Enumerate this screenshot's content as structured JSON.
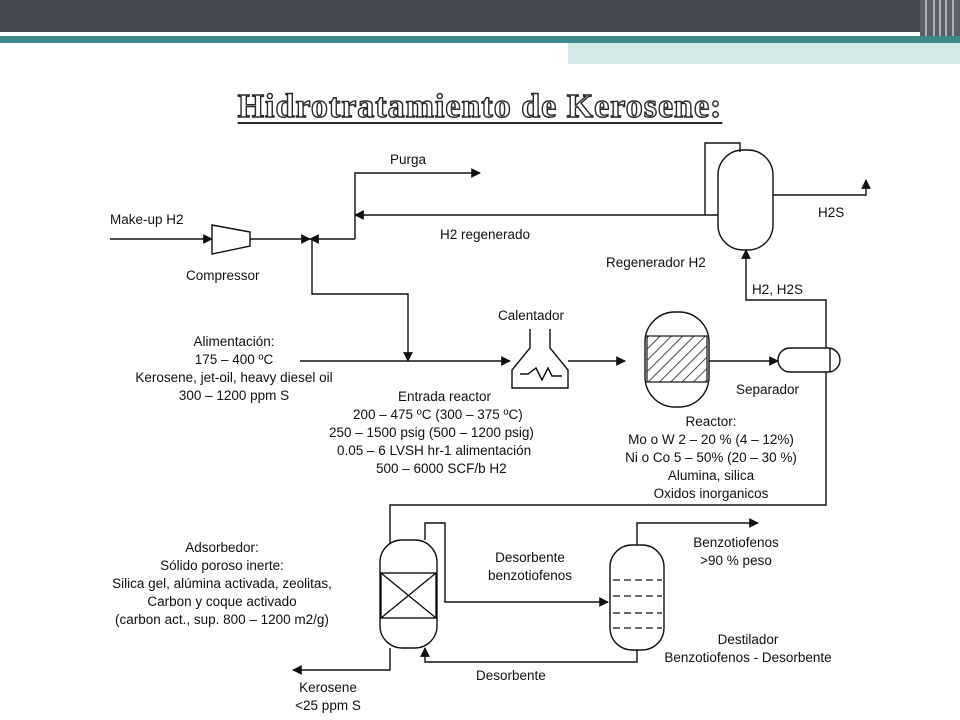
{
  "slide": {
    "title": "Hidrotratamiento de Kerosene:"
  },
  "diagram": {
    "labels": {
      "makeup": "Make-up H2",
      "compressor": "Compressor",
      "purga": "Purga",
      "h2_regen": "H2 regenerado",
      "h2s": "H2S",
      "regenerador": "Regenerador H2",
      "h2_h2s": "H2, H2S",
      "calentador": "Calentador",
      "separador": "Separador",
      "desorbente_benzo": [
        "Desorbente",
        "benzotiofenos"
      ],
      "benzotiofenos_prod": [
        "Benzotiofenos",
        ">90 % peso"
      ],
      "desorbente": "Desorbente",
      "kerosene_out": [
        "Kerosene",
        "<25 ppm S"
      ],
      "destilador": [
        "Destilador",
        "Benzotiofenos - Desorbente"
      ]
    },
    "alimentacion": [
      "Alimentación:",
      "175 – 400 ºC",
      "Kerosene, jet-oil, heavy diesel oil",
      "300 – 1200 ppm S"
    ],
    "entrada_reactor": [
      "Entrada reactor",
      "200 – 475 ºC (300 – 375 ºC)",
      "250 – 1500 psig (500 – 1200 psig)",
      "0.05 – 6 LVSH hr-1 alimentación",
      "500 – 6000 SCF/b H2"
    ],
    "reactor": [
      "Reactor:",
      "Mo o W 2 – 20 % (4 – 12%)",
      "Ni o Co 5 – 50% (20 – 30 %)",
      "Alumina, silica",
      "Oxidos inorganicos"
    ],
    "adsorbedor": [
      "Adsorbedor:",
      "Sólido poroso inerte:",
      "Silica gel, alúmina activada, zeolitas,",
      "Carbon y coque activado",
      "(carbon act., sup. 800 – 1200 m2/g)"
    ]
  }
}
